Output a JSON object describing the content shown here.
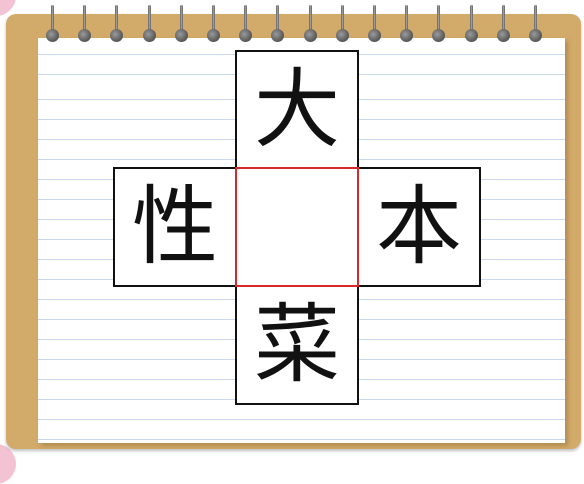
{
  "puzzle": {
    "top": "大",
    "left": "性",
    "center": "",
    "right": "本",
    "bottom": "菜",
    "answer_border_color": "#d8282c"
  },
  "notebook": {
    "board_color": "#d2aa69",
    "line_color": "#c9d8ec",
    "ring_count": 16
  }
}
